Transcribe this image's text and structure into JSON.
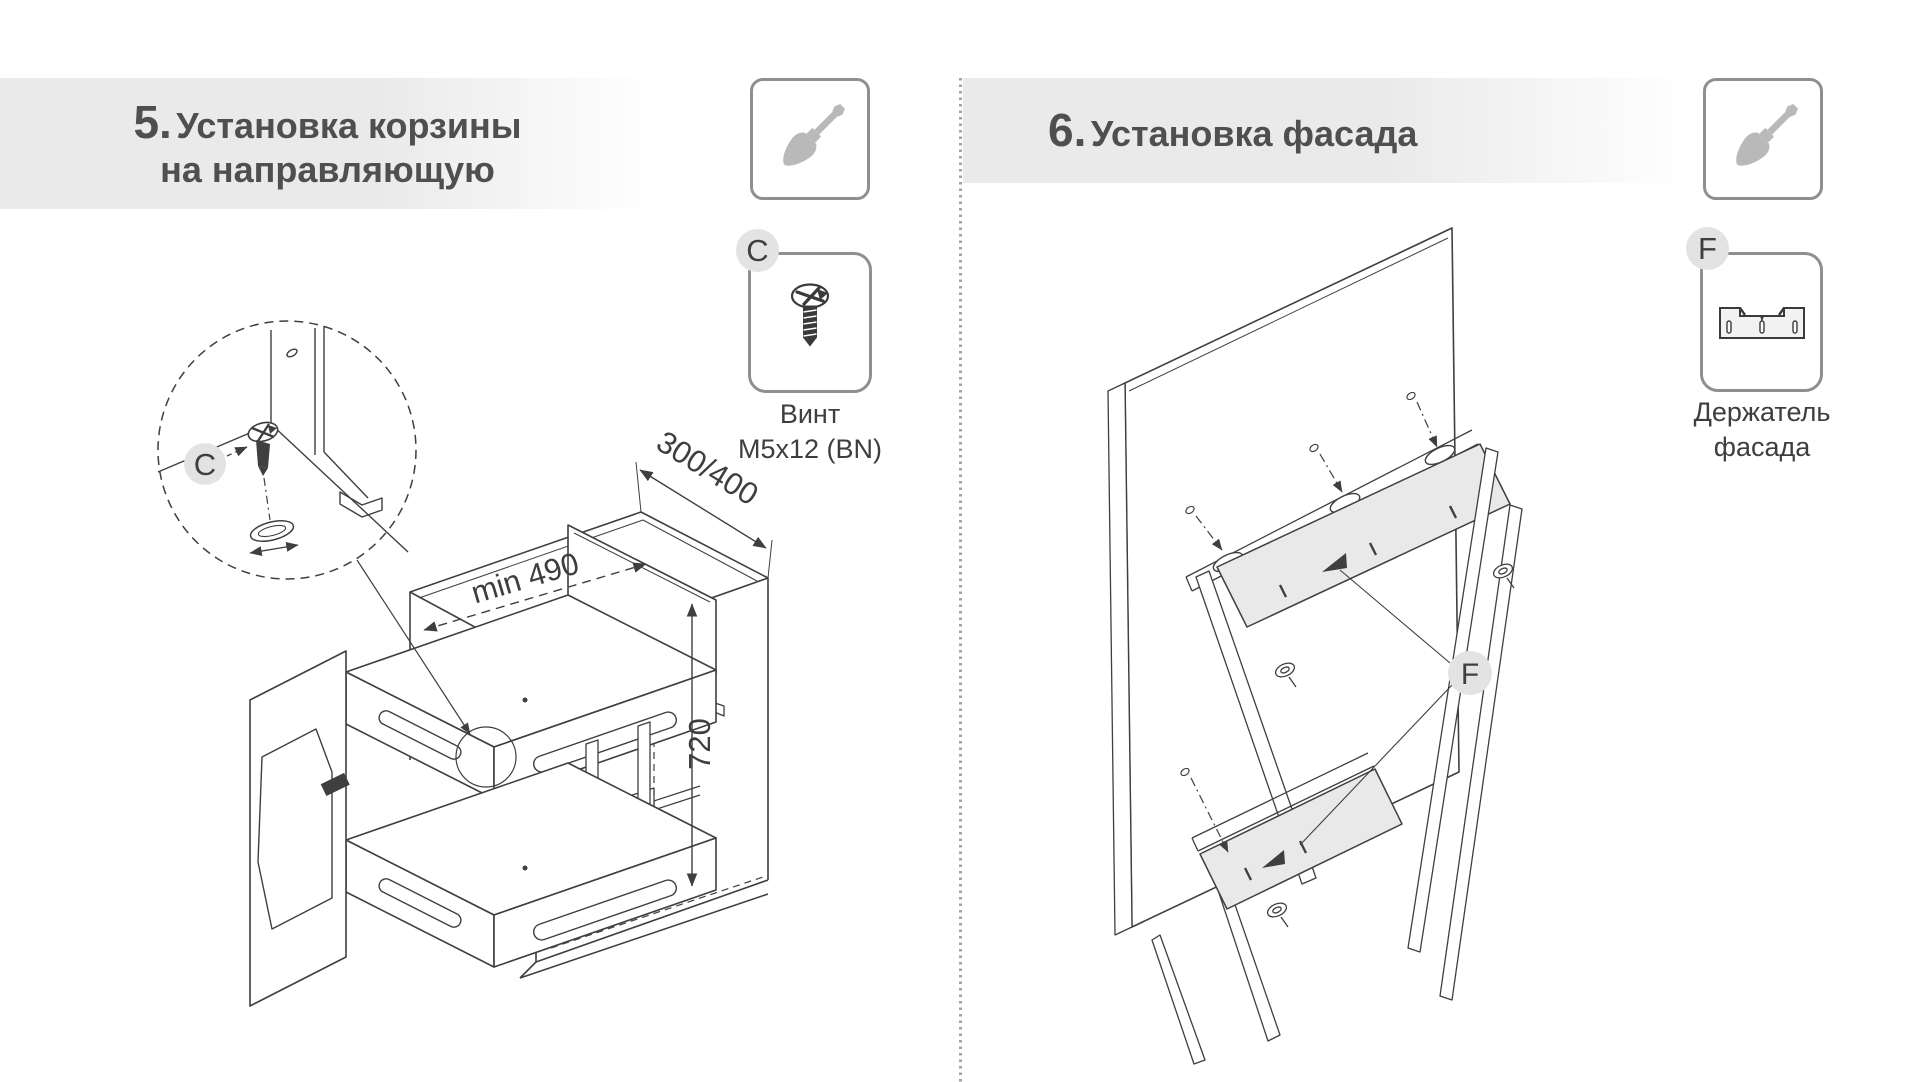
{
  "colors": {
    "header_bar": "#eaeaea",
    "title_text": "#4f4f4f",
    "line_art": "#3f3f3f",
    "label_text": "#3e3e3e",
    "badge_bg": "#e3e3e3",
    "holder_fill": "#e9e9e9",
    "tool_icon_gray": "#b9b9b9",
    "divider_dots": "#a3a3a3"
  },
  "step5": {
    "number": "5.",
    "title_line1": "Установка корзины",
    "title_line2": "на направляющую",
    "tool": {
      "icon": "screwdriver-icon"
    },
    "part_c": {
      "letter": "C",
      "icon": "countersunk-screw-icon",
      "label_line1": "Винт",
      "label_line2": "M5x12 (BN)"
    },
    "diagram": {
      "detail_letter": "C",
      "dim_width": "300/400",
      "dim_depth": "min 490",
      "dim_height": "720"
    }
  },
  "step6": {
    "number": "6.",
    "title": "Установка фасада",
    "tool": {
      "icon": "screwdriver-icon"
    },
    "part_f": {
      "letter": "F",
      "icon": "facade-holder-icon",
      "label_line1": "Держатель",
      "label_line2": "фасада"
    },
    "diagram": {
      "callout_letter": "F"
    }
  }
}
